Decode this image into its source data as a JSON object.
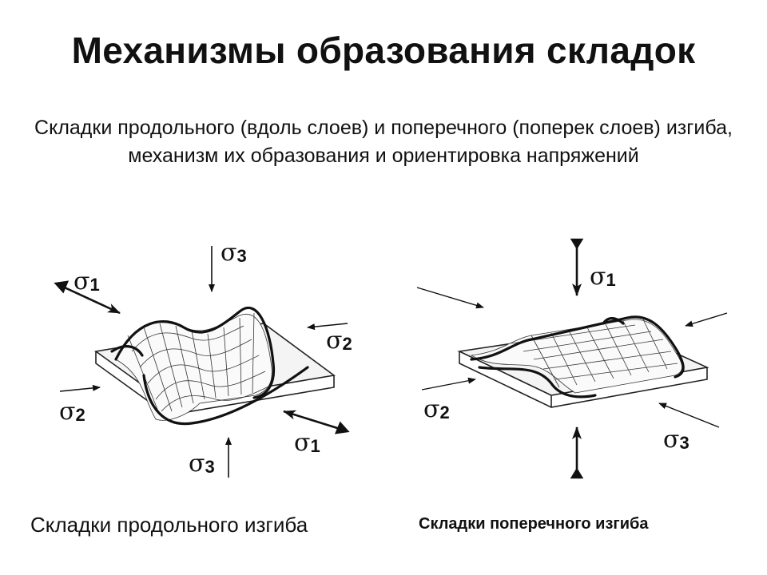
{
  "title": "Механизмы образования складок",
  "subtitle": "Складки продольного (вдоль слоев) и поперечного (поперек слоев) изгиба, механизм их образования и ориентировка напряжений",
  "left_diagram": {
    "labels": {
      "sigma1_top": {
        "symbol": "σ",
        "index": "1"
      },
      "sigma3_top": {
        "symbol": "σ",
        "index": "3"
      },
      "sigma2_right": {
        "symbol": "σ",
        "index": "2"
      },
      "sigma2_left": {
        "symbol": "σ",
        "index": "2"
      },
      "sigma1_bottom": {
        "symbol": "σ",
        "index": "1"
      },
      "sigma3_bottom": {
        "symbol": "σ",
        "index": "3"
      }
    },
    "caption": "Складки продольного изгиба"
  },
  "right_diagram": {
    "labels": {
      "sigma1_top": {
        "symbol": "σ",
        "index": "1"
      },
      "sigma2_left": {
        "symbol": "σ",
        "index": "2"
      },
      "sigma3_right": {
        "symbol": "σ",
        "index": "3"
      }
    },
    "caption": "Складки поперечного изгиба"
  }
}
